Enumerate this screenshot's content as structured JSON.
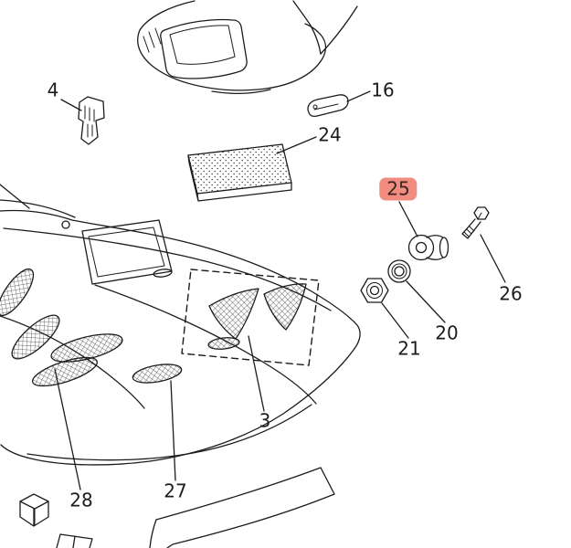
{
  "diagram": {
    "type": "exploded-parts-diagram",
    "background_color": "#ffffff",
    "line_color": "#1c1c1c",
    "text_color": "#1c1c1c",
    "highlight_color": "#f08d80",
    "callouts": [
      {
        "id": "4",
        "label": "4",
        "highlighted": false
      },
      {
        "id": "16",
        "label": "16",
        "highlighted": false
      },
      {
        "id": "24",
        "label": "24",
        "highlighted": false
      },
      {
        "id": "25",
        "label": "25",
        "highlighted": true
      },
      {
        "id": "26",
        "label": "26",
        "highlighted": false
      },
      {
        "id": "20",
        "label": "20",
        "highlighted": false
      },
      {
        "id": "21",
        "label": "21",
        "highlighted": false
      },
      {
        "id": "3",
        "label": "3",
        "highlighted": false
      },
      {
        "id": "27",
        "label": "27",
        "highlighted": false
      },
      {
        "id": "28",
        "label": "28",
        "highlighted": false
      }
    ],
    "figures": [
      "hood-top-section",
      "corner-bracket",
      "latch-strip",
      "foam-pad",
      "main-hood-panel",
      "grommet-bushing",
      "bolt",
      "washer",
      "hex-nut",
      "cube-block",
      "trim-panel",
      "corner-piece"
    ]
  }
}
